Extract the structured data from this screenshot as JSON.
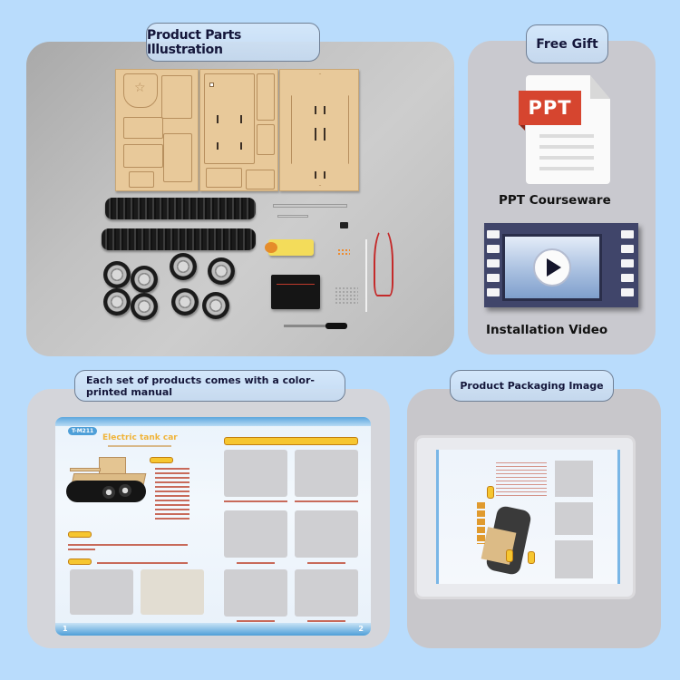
{
  "sections": {
    "parts": {
      "label": "Product Parts Illustration",
      "image_description": "Laser-cut wooden boards, two black rubber tracks, eight wheels, yellow gear motor, battery box, switch, axles, screws, screwdriver, red wire"
    },
    "gift": {
      "label": "Free Gift",
      "items": [
        {
          "icon": "ppt-document-icon",
          "tag": "PPT",
          "caption": "PPT Courseware"
        },
        {
          "icon": "video-film-icon",
          "caption": "Installation Video"
        }
      ]
    },
    "manual": {
      "label": "Each set of products comes with a color-printed manual",
      "page": {
        "code": "T-M211",
        "title": "Electric tank car",
        "page_left": "1",
        "page_right": "2"
      }
    },
    "packaging": {
      "label": "Product Packaging Image"
    }
  },
  "colors": {
    "background": "#b9dcfc",
    "label_text": "#14163a",
    "ppt_red": "#d6452f",
    "film_frame": "#40456a",
    "manual_title": "#f0b43a"
  }
}
